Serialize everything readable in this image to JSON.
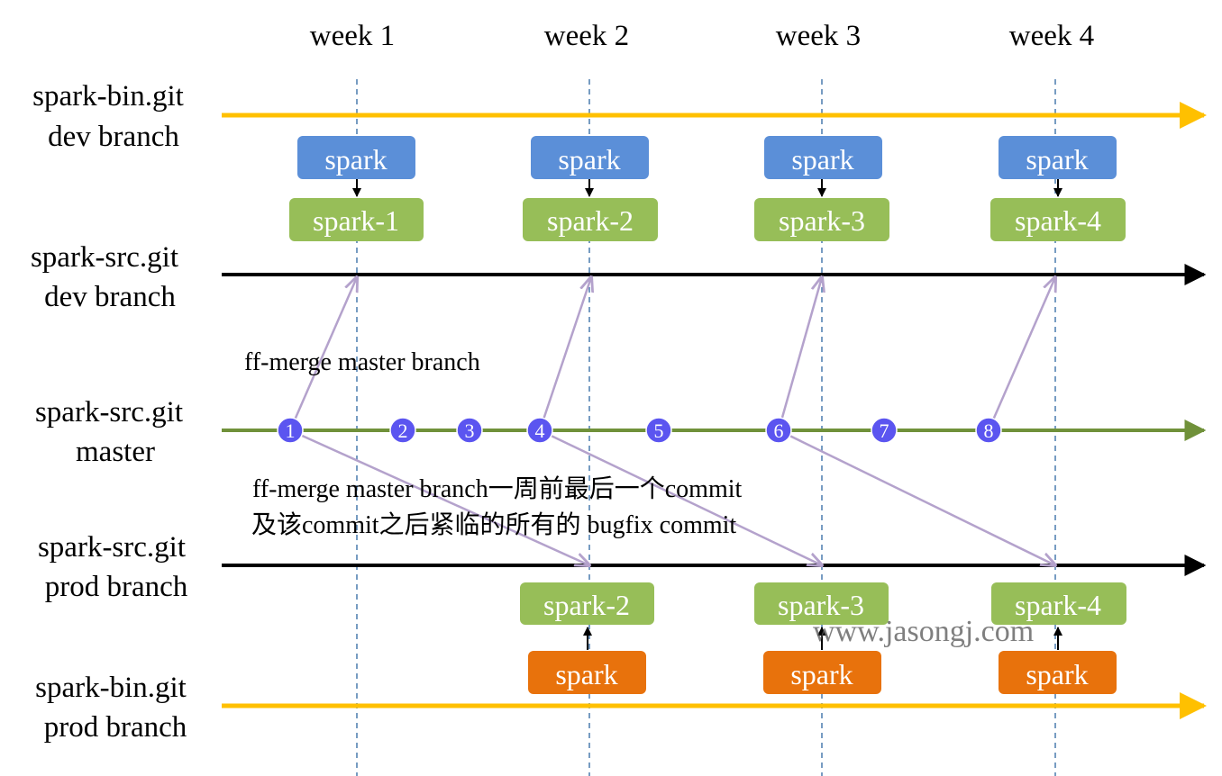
{
  "weeks": [
    "week 1",
    "week 2",
    "week 3",
    "week 4"
  ],
  "rows": {
    "bin_dev": [
      "spark-bin.git",
      "dev branch"
    ],
    "src_dev": [
      "spark-src.git",
      "dev branch"
    ],
    "src_master": [
      "spark-src.git",
      "master"
    ],
    "src_prod": [
      "spark-src.git",
      "prod branch"
    ],
    "bin_prod": [
      "spark-bin.git",
      "prod branch"
    ]
  },
  "dev_boxes": {
    "binary": [
      "spark",
      "spark",
      "spark",
      "spark"
    ],
    "source": [
      "spark-1",
      "spark-2",
      "spark-3",
      "spark-4"
    ]
  },
  "prod_boxes": {
    "source": [
      "spark-2",
      "spark-3",
      "spark-4"
    ],
    "binary": [
      "spark",
      "spark",
      "spark"
    ]
  },
  "commits": [
    "1",
    "2",
    "3",
    "4",
    "5",
    "6",
    "7",
    "8"
  ],
  "notes": {
    "dev_merge": "ff-merge master branch",
    "prod_merge_line1": "ff-merge master branch一周前最后一个commit",
    "prod_merge_line2": "及该commit之后紧临的所有的 bugfix commit"
  },
  "watermark": "www.jasongj.com",
  "colors": {
    "bin_branch": "#FFC000",
    "src_branch": "#000000",
    "master_branch": "#70913A",
    "blue_box": "#5B8FD8",
    "green_box": "#97BE58",
    "orange_box": "#E8720C",
    "commit_dot": "#5B55F0",
    "merge_arrow": "#B4A2CC",
    "week_divider": "#4A7BAE"
  }
}
